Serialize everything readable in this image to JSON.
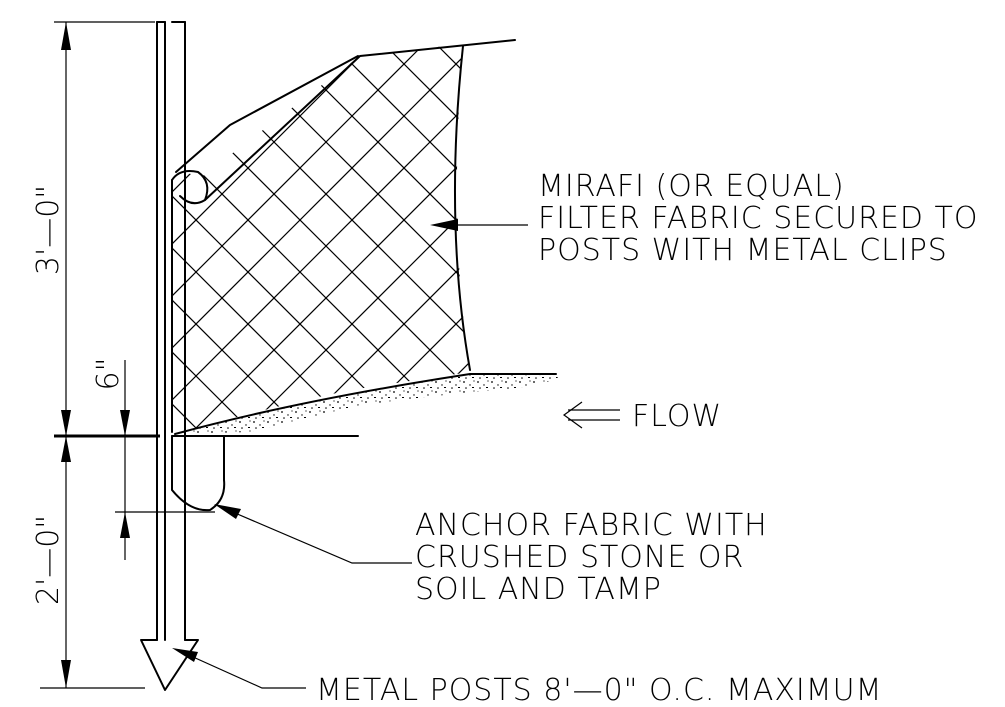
{
  "notes": {
    "fabric": [
      "MIRAFI (OR EQUAL)",
      "FILTER FABRIC SECURED TO",
      "POSTS WITH METAL CLIPS"
    ],
    "flow": "FLOW",
    "anchor": [
      "ANCHOR FABRIC WITH",
      "CRUSHED STONE OR",
      "SOIL AND TAMP"
    ],
    "posts": "METAL POSTS 8'—0\" O.C. MAXIMUM"
  },
  "dimensions": {
    "above_grade": "3'—0\"",
    "below_grade": "2'—0\"",
    "trench_depth": "6\""
  },
  "icons": {
    "flow_arrow": "double-arrow-left-icon",
    "post_tip": "arrow-down-icon"
  }
}
